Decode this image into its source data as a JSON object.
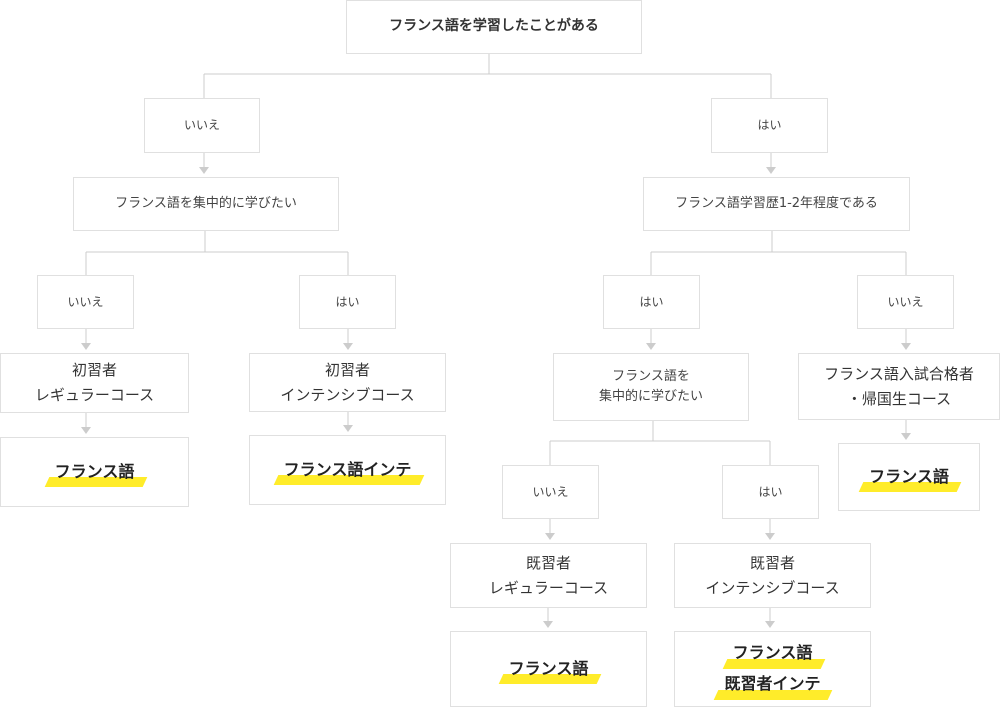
{
  "colors": {
    "line": "#cccccc",
    "border": "#e0e0e0",
    "highlight": "#ffec2a",
    "text": "#333333"
  },
  "root": {
    "question": "フランス語を学習したことがある"
  },
  "no": {
    "answer": "いいえ",
    "question": "フランス語を集中的に学びたい",
    "no": {
      "answer": "いいえ",
      "course": [
        "初習者",
        "レギュラーコース"
      ],
      "result": [
        "フランス語"
      ]
    },
    "yes": {
      "answer": "はい",
      "course": [
        "初習者",
        "インテンシブコース"
      ],
      "result": [
        "フランス語インテ"
      ]
    }
  },
  "yes": {
    "answer": "はい",
    "question": "フランス語学習歴1-2年程度である",
    "yes": {
      "answer": "はい",
      "question": [
        "フランス語を",
        "集中的に学びたい"
      ],
      "no": {
        "answer": "いいえ",
        "course": [
          "既習者",
          "レギュラーコース"
        ],
        "result": [
          "フランス語"
        ]
      },
      "yes": {
        "answer": "はい",
        "course": [
          "既習者",
          "インテンシブコース"
        ],
        "result": [
          "フランス語",
          "既習者インテ"
        ]
      }
    },
    "no": {
      "answer": "いいえ",
      "course": [
        "フランス語入試合格者",
        "・帰国生コース"
      ],
      "result": [
        "フランス語"
      ]
    }
  }
}
